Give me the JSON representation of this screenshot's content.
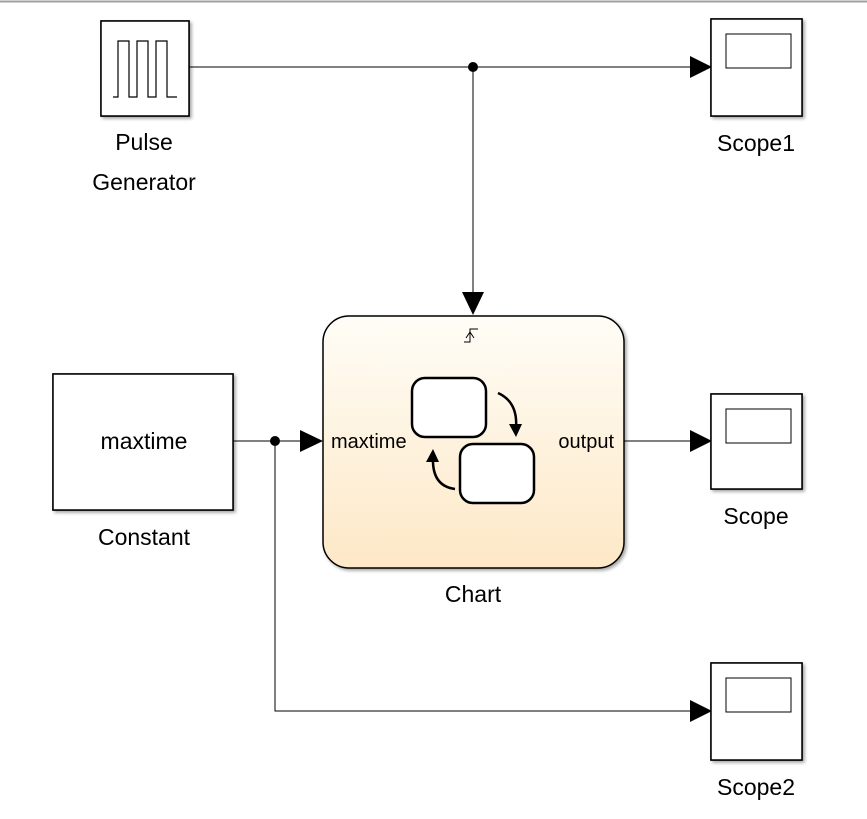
{
  "blocks": {
    "pulse_generator": {
      "label_line1": "Pulse",
      "label_line2": "Generator",
      "icon": "square-wave-icon"
    },
    "scope1": {
      "label": "Scope1",
      "icon": "scope-screen-icon"
    },
    "constant": {
      "value": "maxtime",
      "label": "Constant"
    },
    "chart": {
      "label": "Chart",
      "input_port": "maxtime",
      "output_port": "output",
      "trigger_icon": "rising-edge-trigger-icon",
      "icon": "state-transition-icon",
      "fill_top": "#fffdf7",
      "fill_bottom": "#fde8c6"
    },
    "scope": {
      "label": "Scope",
      "icon": "scope-screen-icon"
    },
    "scope2": {
      "label": "Scope2",
      "icon": "scope-screen-icon"
    }
  },
  "signals": [
    {
      "from": "Pulse Generator",
      "to": "Scope1"
    },
    {
      "from": "Pulse Generator",
      "to": "Chart trigger"
    },
    {
      "from": "Constant",
      "to": "Chart.maxtime"
    },
    {
      "from": "Constant",
      "to": "Scope2"
    },
    {
      "from": "Chart.output",
      "to": "Scope"
    }
  ]
}
